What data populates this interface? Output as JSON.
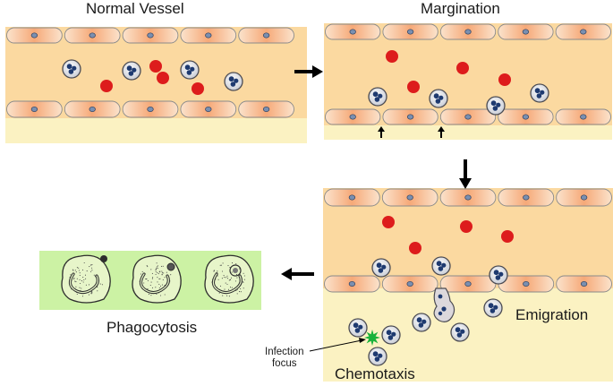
{
  "labels": {
    "normal_vessel": "Normal Vessel",
    "margination": "Margination",
    "phagocytosis": "Phagocytosis",
    "emigration": "Emigration",
    "chemotaxis": "Chemotaxis",
    "infection_focus_line1": "Infection",
    "infection_focus_line2": "focus"
  },
  "colors": {
    "plasma": "#fbd9a0",
    "tissue": "#fbf2c2",
    "endothelium": "#f7b58a",
    "nucleus": "#1e3a70",
    "rbc": "#dd1c1c",
    "infection": "#19b23a",
    "phagocyte_panel": "#ccf2a4",
    "arrow": "#000000"
  }
}
